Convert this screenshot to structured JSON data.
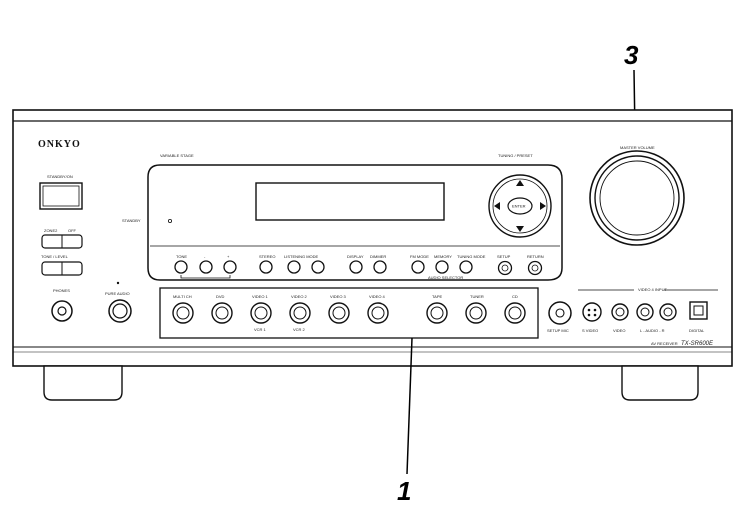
{
  "brand": "ONKYO",
  "model": "TX-SR600E",
  "model_type": "AV RECEIVER",
  "callouts": {
    "one": "1",
    "three": "3"
  },
  "labels": {
    "standby_on": "STANDBY/ON",
    "standby": "STANDBY",
    "vlsc": "VARIABLE STAGE",
    "tuning_preset": "TUNING / PRESET",
    "master_volume": "MASTER VOLUME",
    "enter": "ENTER",
    "zone2": "ZONE2",
    "off": "OFF",
    "tone_level": "TONE / LEVEL",
    "phones": "PHONES",
    "pure_audio": "PURE AUDIO",
    "tone": "TONE",
    "minus": "-",
    "plus": "+",
    "stereo": "STEREO",
    "listening_mode": "LISTENING MODE",
    "display": "DISPLAY",
    "dimmer": "DIMMER",
    "fm_mode": "FM MODE",
    "memory": "MEMORY",
    "tuning_mode": "TUNING MODE",
    "audio_select": "AUDIO SELECTOR",
    "setup": "SETUP",
    "return": "RETURN",
    "multi_ch": "MULTI CH",
    "dvd": "DVD",
    "video1": "VIDEO 1",
    "video2": "VIDEO 2",
    "video3": "VIDEO 3",
    "video4": "VIDEO 4",
    "tape": "TAPE",
    "tuner": "TUNER",
    "cd": "CD",
    "vcr1": "VCR 1",
    "vcr2": "VCR 2",
    "setup_mic": "SETUP MIC",
    "video4_input": "VIDEO 4 INPUT",
    "s_video": "S VIDEO",
    "video": "VIDEO",
    "l_audio_r": "L - AUDIO - R",
    "digital": "DIGITAL"
  }
}
